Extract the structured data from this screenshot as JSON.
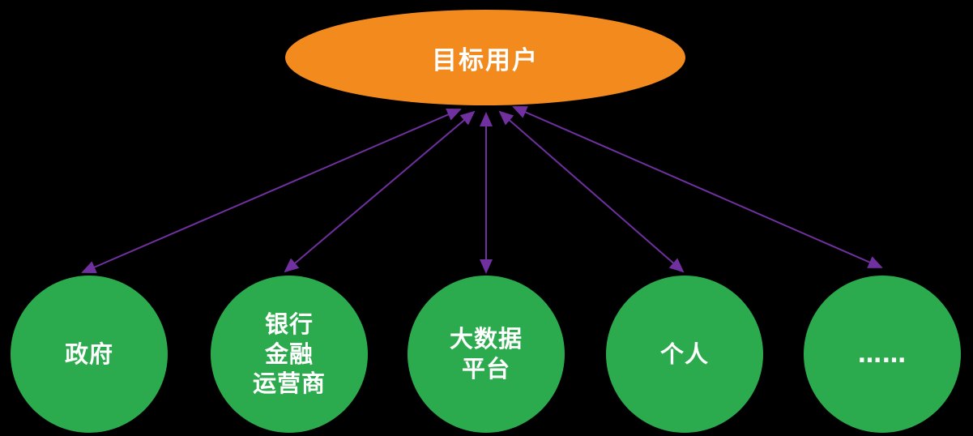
{
  "colors": {
    "bg": "#000000",
    "root-fill": "#F28A1E",
    "node-fill": "#2BAB4D",
    "arrow": "#7030A0",
    "text": "#FFFFFF"
  },
  "diagram": {
    "root": {
      "label": "目标用户"
    },
    "nodes": [
      {
        "id": "government",
        "lines": [
          "政府"
        ]
      },
      {
        "id": "bank-finance-operator",
        "lines": [
          "银行",
          "金融",
          "运营商"
        ]
      },
      {
        "id": "big-data-platform",
        "lines": [
          "大数据",
          "平台"
        ]
      },
      {
        "id": "individual",
        "lines": [
          "个人"
        ]
      },
      {
        "id": "ellipsis",
        "lines": [
          "……"
        ]
      }
    ]
  }
}
